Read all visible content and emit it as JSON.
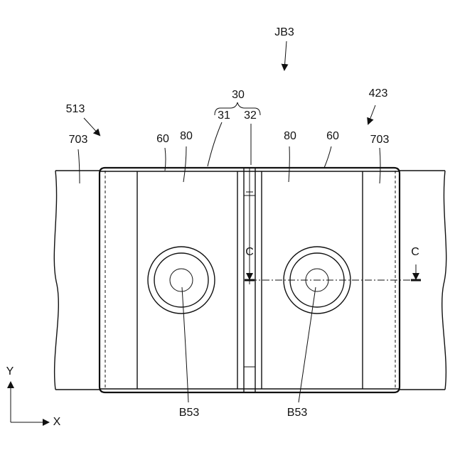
{
  "figure": {
    "assembly_label": "JB3",
    "left_part_label": "513",
    "right_part_label": "423",
    "group_label": "30",
    "sub_label_31": "31",
    "sub_label_32": "32",
    "label_60_left": "60",
    "label_80_left": "80",
    "label_80_right": "80",
    "label_60_right": "60",
    "label_703_left": "703",
    "label_703_right": "703",
    "section_left": "C",
    "section_right": "C",
    "bolt_left": "B53",
    "bolt_right": "B53",
    "axis_y": "Y",
    "axis_x": "X"
  }
}
